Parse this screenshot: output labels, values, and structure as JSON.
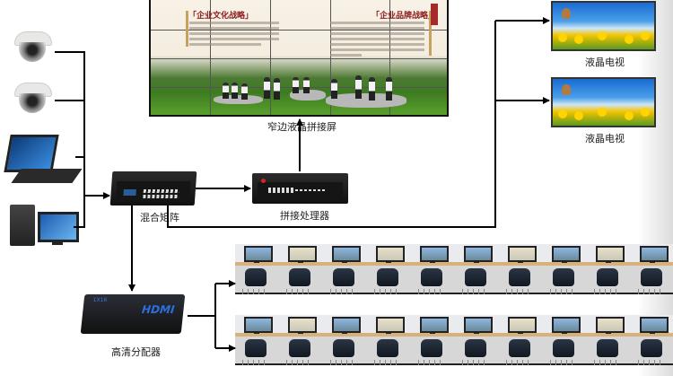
{
  "diagram": {
    "video_wall": {
      "label": "窄边液晶拼接屏",
      "content_headings": [
        "「企业文化战略」",
        "「企业品牌战略」"
      ]
    },
    "lcd_tvs": [
      {
        "label": "液晶电视"
      },
      {
        "label": "液晶电视"
      }
    ],
    "sources": [
      {
        "type": "dome-camera"
      },
      {
        "type": "dome-camera"
      },
      {
        "type": "laptop"
      },
      {
        "type": "desktop-pc"
      }
    ],
    "hybrid_matrix": {
      "label": "混合矩阵"
    },
    "splicing_processor": {
      "label": "拼接处理器"
    },
    "hd_distributor": {
      "label": "高清分配器",
      "brand_text": "HDMI",
      "model_text": "1X16"
    },
    "workstation_rows": [
      {
        "stations": 10
      },
      {
        "stations": 10
      }
    ],
    "connections": [
      {
        "from": "sources",
        "to": "混合矩阵"
      },
      {
        "from": "混合矩阵",
        "to": "拼接处理器"
      },
      {
        "from": "拼接处理器",
        "to": "窄边液晶拼接屏"
      },
      {
        "from": "混合矩阵",
        "to": "液晶电视"
      },
      {
        "from": "混合矩阵",
        "to": "高清分配器"
      },
      {
        "from": "高清分配器",
        "to": "workstation rows"
      }
    ]
  }
}
